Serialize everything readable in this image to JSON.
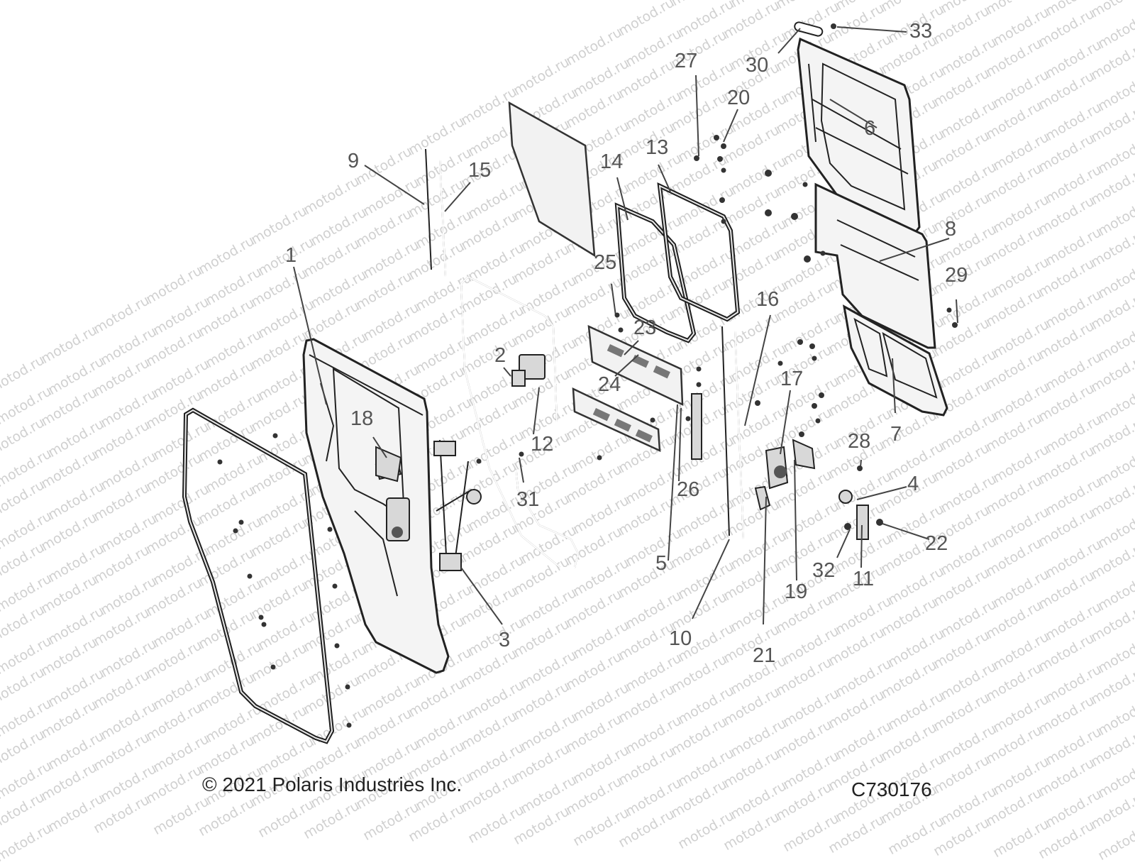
{
  "diagram": {
    "watermark_text": "motod.ru",
    "copyright": "© 2021 Polaris Industries Inc.",
    "drawing_code": "C730176",
    "callouts": [
      "1",
      "2",
      "3",
      "4",
      "5",
      "6",
      "7",
      "8",
      "9",
      "10",
      "11",
      "12",
      "13",
      "14",
      "15",
      "16",
      "17",
      "18",
      "19",
      "20",
      "21",
      "22",
      "23",
      "24",
      "25",
      "26",
      "27",
      "28",
      "29",
      "30",
      "31",
      "32",
      "33"
    ]
  },
  "colors": {
    "line": "#222222",
    "callout_text": "#555555",
    "watermark": "#bdbdbd",
    "background": "#ffffff"
  }
}
